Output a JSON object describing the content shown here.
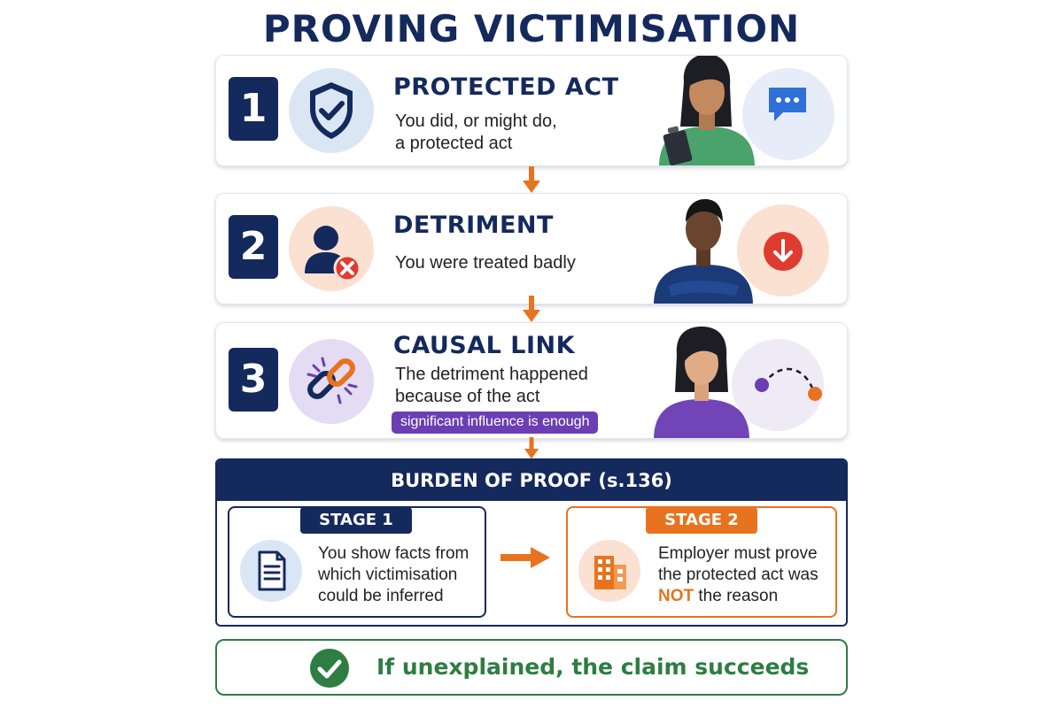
{
  "title": "PROVING VICTIMISATION",
  "steps": [
    {
      "number": "1",
      "title": "PROTECTED ACT",
      "desc_lines": [
        "You did, or might do,",
        "a protected act"
      ]
    },
    {
      "number": "2",
      "title": "DETRIMENT",
      "desc_lines": [
        "You were treated badly"
      ]
    },
    {
      "number": "3",
      "title": "CAUSAL LINK",
      "desc_lines": [
        "The detriment happened",
        "because of the act"
      ],
      "tag": "significant influence is enough"
    }
  ],
  "burden": {
    "heading": "BURDEN OF PROOF (s.136)",
    "stage1": {
      "label": "STAGE 1",
      "lines": [
        "You show facts from",
        "which victimisation",
        "could be inferred"
      ]
    },
    "stage2": {
      "label": "STAGE 2",
      "line1": "Employer must prove",
      "line2": "the protected act was",
      "not_word": "NOT",
      "line3_rest": " the reason"
    }
  },
  "outcome": "If unexplained, the claim succeeds",
  "icons": [
    "shield-check-icon",
    "person-x-icon",
    "broken-link-icon",
    "speech-bubble-icon",
    "down-arrow-icon",
    "curve-dots-icon",
    "document-icon",
    "building-icon",
    "check-circle-icon"
  ],
  "colors": {
    "navy": "#14295c",
    "orange": "#e8731f",
    "green": "#2e7d42",
    "purple": "#6b3fb3"
  }
}
